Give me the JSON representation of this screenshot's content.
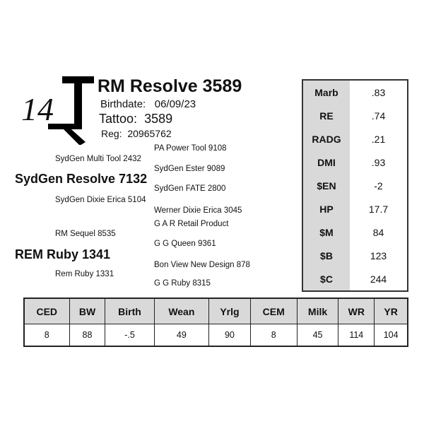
{
  "lot_number": "14",
  "animal": {
    "name": "RM Resolve 3589",
    "birthdate_label": "Birthdate:",
    "birthdate": "06/09/23",
    "tattoo_label": "Tattoo:",
    "tattoo": "3589",
    "reg_label": "Reg:",
    "reg": "20965762"
  },
  "pedigree": {
    "sire": "SydGen Resolve 7132",
    "sire_sire": "SydGen Multi Tool 2432",
    "sire_dam": "SydGen Dixie Erica 5104",
    "sss": "PA Power Tool 9108",
    "ssd": "SydGen Ester 9089",
    "sds": "SydGen FATE 2800",
    "sdd": "Werner Dixie Erica 3045",
    "dam": "REM Ruby 1341",
    "dam_sire": "RM Sequel 8535",
    "dam_dam": "Rem Ruby 1331",
    "dss": "G A R Retail Product",
    "dsd": "G G Queen 9361",
    "dds": "Bon View New Design 878",
    "ddd": "G G Ruby 8315"
  },
  "indexes": [
    {
      "label": "Marb",
      "value": ".83"
    },
    {
      "label": "RE",
      "value": ".74"
    },
    {
      "label": "RADG",
      "value": ".21"
    },
    {
      "label": "DMI",
      "value": ".93"
    },
    {
      "label": "$EN",
      "value": "-2"
    },
    {
      "label": "HP",
      "value": "17.7"
    },
    {
      "label": "$M",
      "value": "84"
    },
    {
      "label": "$B",
      "value": "123"
    },
    {
      "label": "$C",
      "value": "244"
    }
  ],
  "epd": {
    "headers": [
      "CED",
      "BW",
      "Birth",
      "Wean",
      "Yrlg",
      "CEM",
      "Milk",
      "WR",
      "YR"
    ],
    "values": [
      "8",
      "88",
      "-.5",
      "49",
      "90",
      "8",
      "45",
      "114",
      "104"
    ]
  }
}
